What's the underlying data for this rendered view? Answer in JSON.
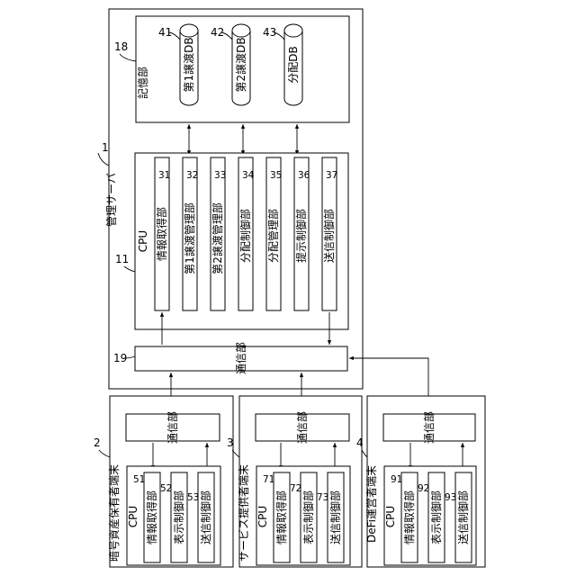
{
  "server": {
    "ref": "1",
    "label": "管理サーバ",
    "storage": {
      "ref": "18",
      "label": "記憶部",
      "dbs": [
        {
          "ref": "41",
          "label": "第1譲渡DB"
        },
        {
          "ref": "42",
          "label": "第2譲渡DB"
        },
        {
          "ref": "43",
          "label": "分配DB"
        }
      ]
    },
    "cpu": {
      "ref": "11",
      "label": "CPU",
      "units": [
        {
          "ref": "31",
          "label": "情報取得部"
        },
        {
          "ref": "32",
          "label": "第1譲渡管理部"
        },
        {
          "ref": "33",
          "label": "第2譲渡管理部"
        },
        {
          "ref": "34",
          "label": "分配制御部"
        },
        {
          "ref": "35",
          "label": "分配管理部"
        },
        {
          "ref": "36",
          "label": "提示制御部"
        },
        {
          "ref": "37",
          "label": "送信制御部"
        }
      ]
    },
    "comm": {
      "ref": "19",
      "label": "通信部"
    }
  },
  "terminals": [
    {
      "ref": "2",
      "label": "暗号資産保有者端末",
      "comm": "通信部",
      "cpu": "CPU",
      "units": [
        {
          "ref": "51",
          "label": "情報取得部"
        },
        {
          "ref": "52",
          "label": "表示制御部"
        },
        {
          "ref": "53",
          "label": "送信制御部"
        }
      ]
    },
    {
      "ref": "3",
      "label": "サービス提供者端末",
      "comm": "通信部",
      "cpu": "CPU",
      "units": [
        {
          "ref": "71",
          "label": "情報取得部"
        },
        {
          "ref": "72",
          "label": "表示制御部"
        },
        {
          "ref": "73",
          "label": "送信制御部"
        }
      ]
    },
    {
      "ref": "4",
      "label": "DeFi運営者端末",
      "comm": "通信部",
      "cpu": "CPU",
      "units": [
        {
          "ref": "91",
          "label": "情報取得部"
        },
        {
          "ref": "92",
          "label": "表示制御部"
        },
        {
          "ref": "93",
          "label": "送信制御部"
        }
      ]
    }
  ]
}
